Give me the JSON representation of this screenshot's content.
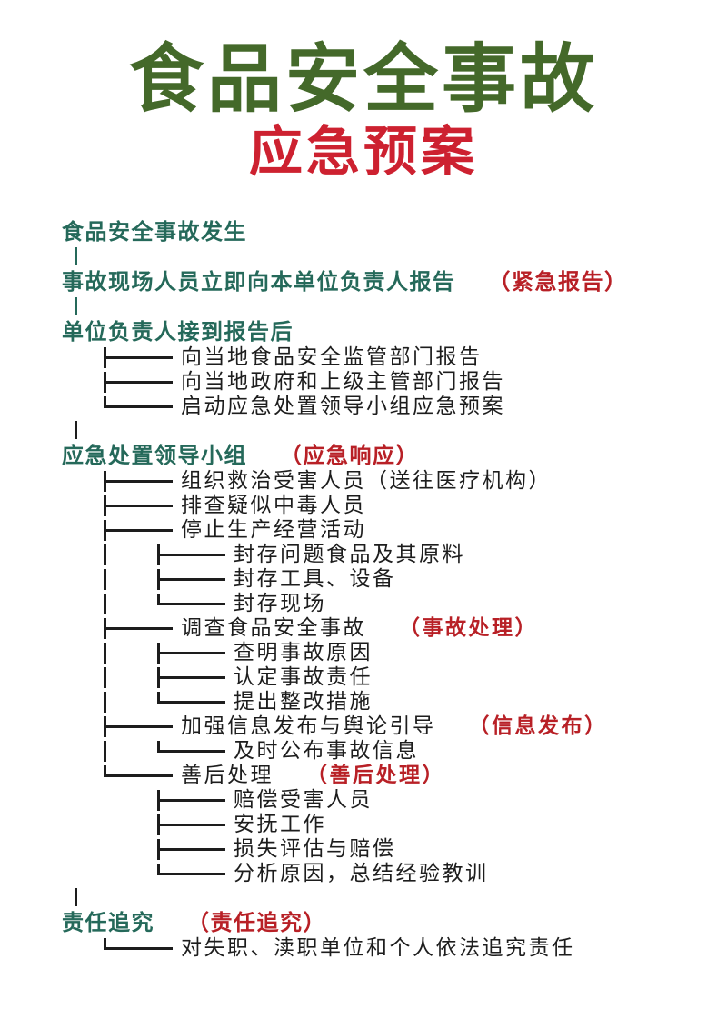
{
  "title": {
    "line1": "食品安全事故",
    "line2": "应急预案"
  },
  "palette": {
    "green": "#44692a",
    "titlered": "#cd2130",
    "red": "#b82026",
    "teal": "#25695a",
    "ink": "#1d1d1d"
  },
  "flow": {
    "rows": [
      {
        "kind": "heading",
        "text": "食品安全事故发生"
      },
      {
        "kind": "pipe",
        "color": "teal"
      },
      {
        "kind": "heading",
        "text": "事故现场人员立即向本单位负责人报告",
        "tag": "（紧急报告）"
      },
      {
        "kind": "pipe",
        "color": "teal"
      },
      {
        "kind": "heading",
        "text": "单位负责人接到报告后"
      },
      {
        "kind": "item",
        "level": 1,
        "joint": "tee",
        "text": "向当地食品安全监管部门报告"
      },
      {
        "kind": "item",
        "level": 1,
        "joint": "tee",
        "text": "向当地政府和上级主管部门报告"
      },
      {
        "kind": "item",
        "level": 1,
        "joint": "elbow",
        "text": "启动应急处置领导小组应急预案"
      },
      {
        "kind": "pipe",
        "color": "ink"
      },
      {
        "kind": "heading",
        "text": "应急处置领导小组",
        "tag": "（应急响应）"
      },
      {
        "kind": "item",
        "level": 1,
        "joint": "tee",
        "text": "组织救治受害人员（送往医疗机构）"
      },
      {
        "kind": "item",
        "level": 1,
        "joint": "tee",
        "text": "排查疑似中毒人员"
      },
      {
        "kind": "item",
        "level": 1,
        "joint": "tee",
        "text": "停止生产经营活动"
      },
      {
        "kind": "item",
        "level": 2,
        "lead": true,
        "joint": "tee",
        "text": "封存问题食品及其原料"
      },
      {
        "kind": "item",
        "level": 2,
        "lead": true,
        "joint": "tee",
        "text": "封存工具、设备"
      },
      {
        "kind": "item",
        "level": 2,
        "lead": true,
        "joint": "elbow",
        "text": "封存现场"
      },
      {
        "kind": "item",
        "level": 1,
        "joint": "tee",
        "text": "调查食品安全事故",
        "tag": "（事故处理）"
      },
      {
        "kind": "item",
        "level": 2,
        "lead": true,
        "joint": "tee",
        "text": "查明事故原因"
      },
      {
        "kind": "item",
        "level": 2,
        "lead": true,
        "joint": "tee",
        "text": "认定事故责任"
      },
      {
        "kind": "item",
        "level": 2,
        "lead": true,
        "joint": "elbow",
        "text": "提出整改措施"
      },
      {
        "kind": "item",
        "level": 1,
        "joint": "tee",
        "text": "加强信息发布与舆论引导",
        "tag": "（信息发布）"
      },
      {
        "kind": "item",
        "level": 2,
        "lead": true,
        "joint": "elbow",
        "text": "及时公布事故信息"
      },
      {
        "kind": "item",
        "level": 1,
        "joint": "elbow",
        "text": "善后处理",
        "tag": "（善后处理）"
      },
      {
        "kind": "item",
        "level": 2,
        "lead": false,
        "joint": "tee",
        "text": "赔偿受害人员"
      },
      {
        "kind": "item",
        "level": 2,
        "lead": false,
        "joint": "tee",
        "text": "安抚工作"
      },
      {
        "kind": "item",
        "level": 2,
        "lead": false,
        "joint": "tee",
        "text": "损失评估与赔偿"
      },
      {
        "kind": "item",
        "level": 2,
        "lead": false,
        "joint": "elbow",
        "text": "分析原因，总结经验教训"
      },
      {
        "kind": "pipe",
        "color": "ink"
      },
      {
        "kind": "heading",
        "text": "责任追究",
        "tag": "（责任追究）"
      },
      {
        "kind": "item",
        "level": 1,
        "joint": "elbow",
        "text": "对失职、渎职单位和个人依法追究责任"
      }
    ]
  }
}
